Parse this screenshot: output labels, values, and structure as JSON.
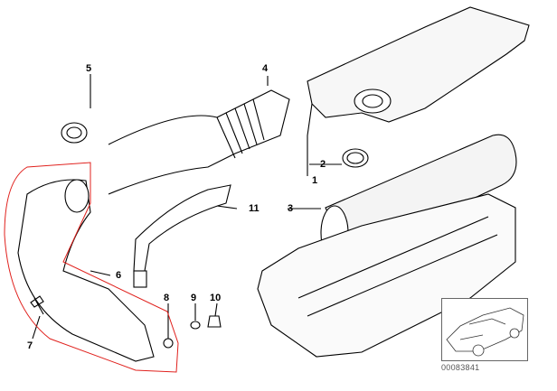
{
  "callouts": {
    "p1": "1",
    "p2": "2",
    "p3": "3",
    "p4": "4",
    "p5": "5",
    "p6": "6",
    "p7": "7",
    "p8": "8",
    "p9": "9",
    "p10": "10",
    "p11": "11"
  },
  "inset": {
    "code": "00083841"
  },
  "colors": {
    "highlight": "#e0201c",
    "line": "#000000"
  }
}
